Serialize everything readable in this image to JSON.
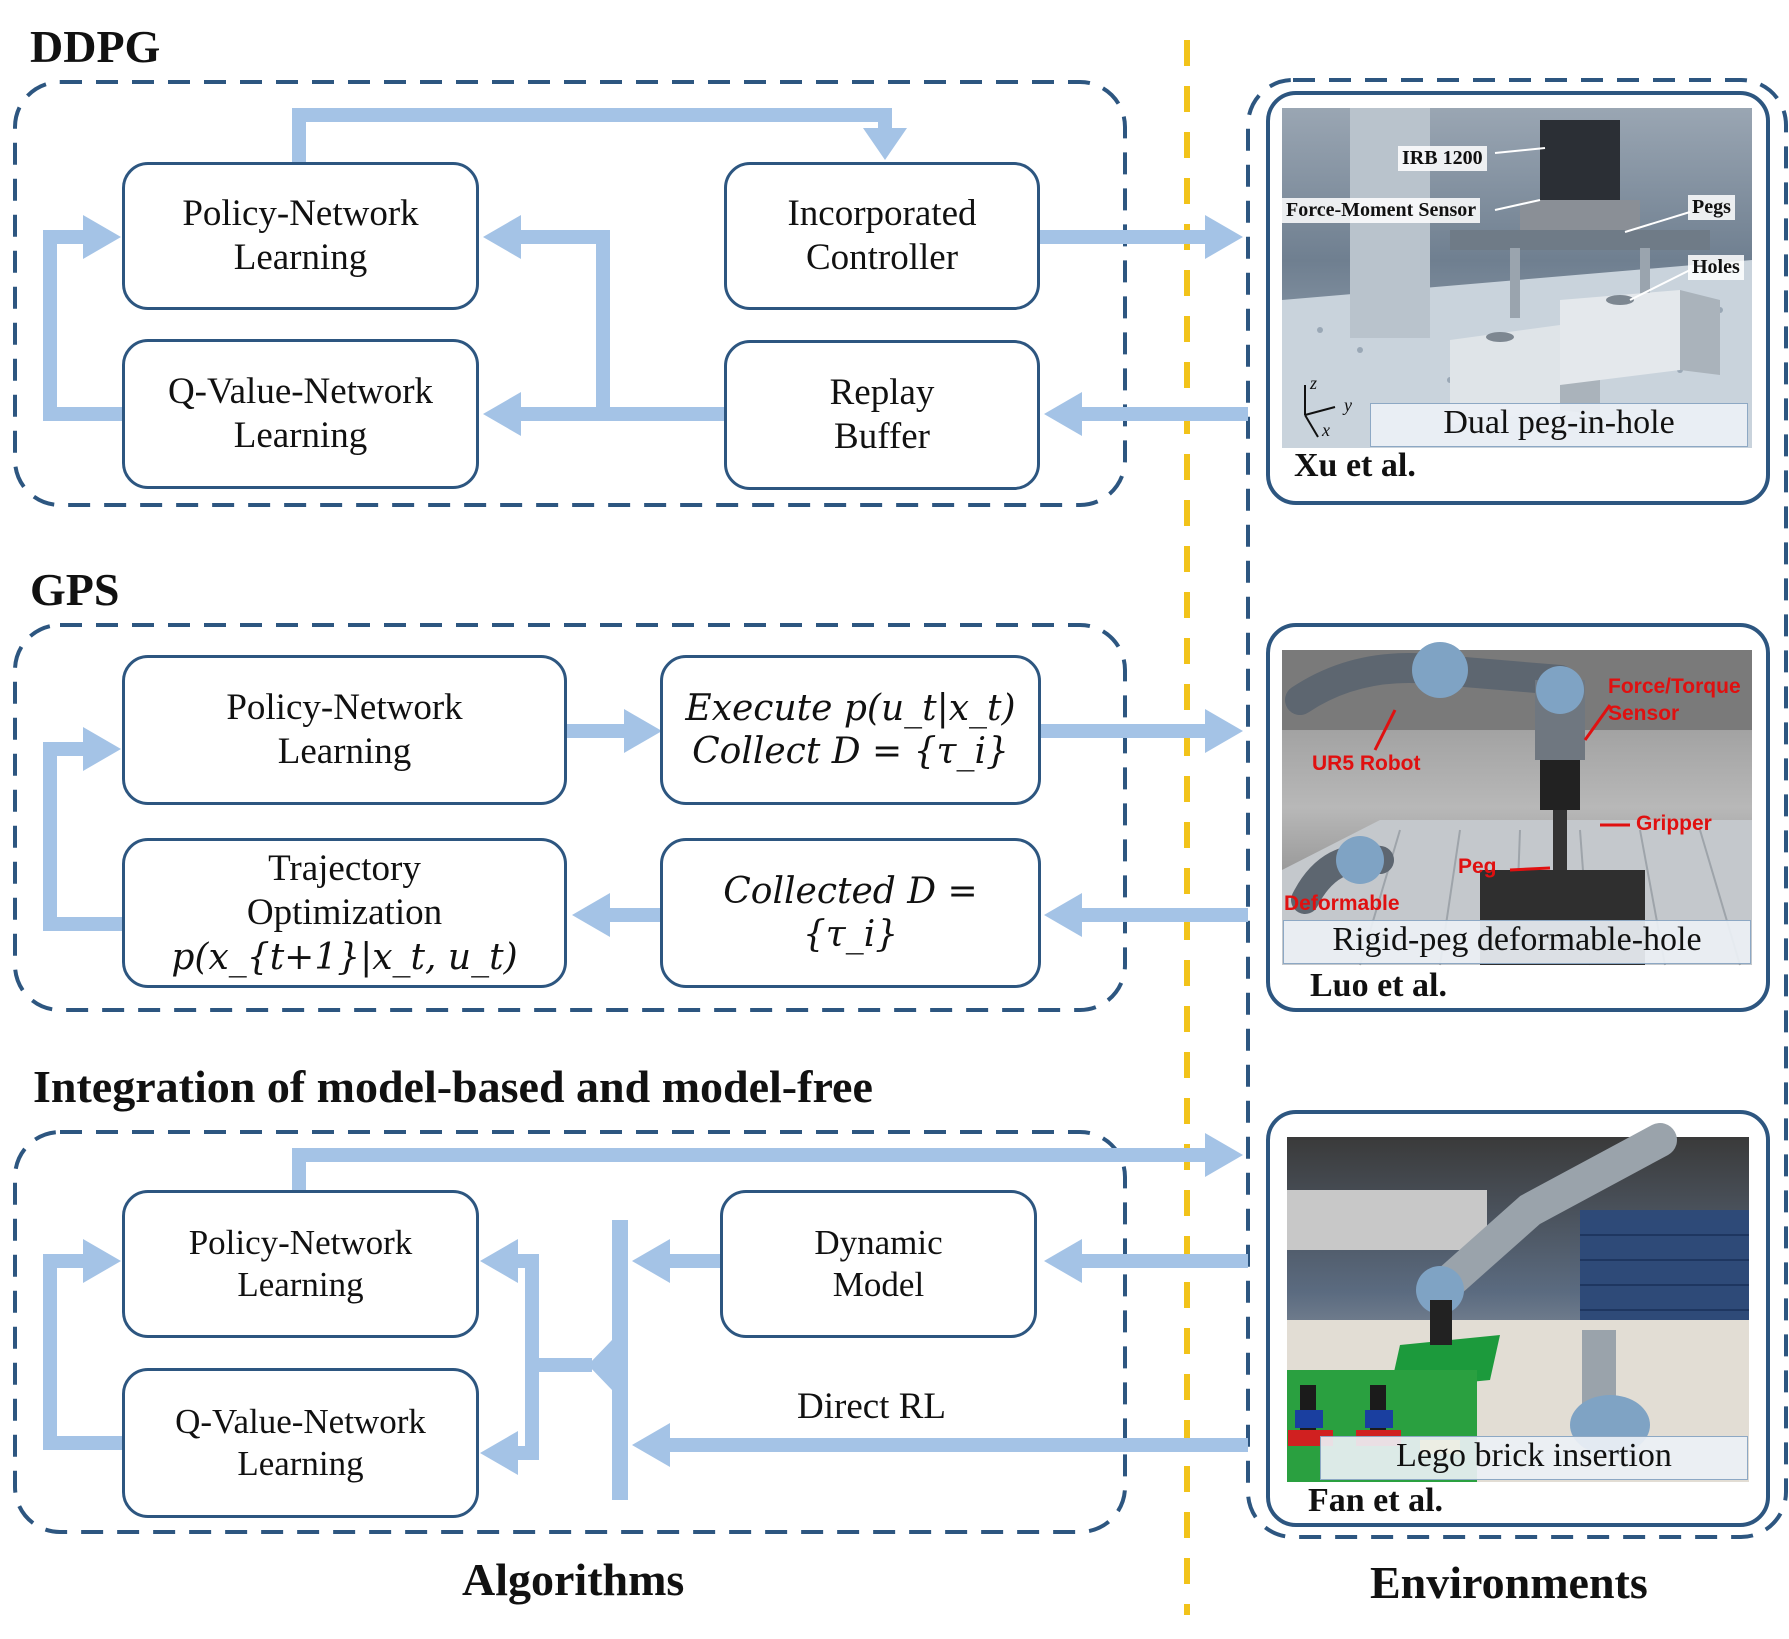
{
  "sections": {
    "ddpg": {
      "title": "DDPG",
      "policy_net": [
        "Policy-Network",
        "Learning"
      ],
      "controller": [
        "Incorporated",
        "Controller"
      ],
      "q_net": [
        "Q-Value-Network",
        "Learning"
      ],
      "buffer": [
        "Replay",
        "Buffer"
      ]
    },
    "gps": {
      "title": "GPS",
      "policy_net": [
        "Policy-Network",
        "Learning"
      ],
      "execute": [
        "Execute  p(u_t|x_t)",
        "Collect  D = {τ_i}"
      ],
      "traj_opt": [
        "Trajectory",
        "Optimization",
        "p(x_{t+1}|x_t, u_t)"
      ],
      "collected": [
        "Collected  D =",
        "{τ_i}"
      ]
    },
    "integration": {
      "title": "Integration of model-based and model-free",
      "policy_net": [
        "Policy-Network",
        "Learning"
      ],
      "q_net": [
        "Q-Value-Network",
        "Learning"
      ],
      "dynamic_model": [
        "Dynamic",
        "Model"
      ],
      "direct_rl": "Direct RL"
    }
  },
  "environments": {
    "xu": {
      "caption": "Dual peg-in-hole",
      "author": "Xu et al.",
      "labels": {
        "robot": "IRB 1200",
        "sensor": "Force-Moment Sensor",
        "pegs": "Pegs",
        "holes": "Holes"
      },
      "axes": {
        "z": "z",
        "y": "y",
        "x": "x"
      }
    },
    "luo": {
      "caption": "Rigid-peg deformable-hole",
      "author": "Luo et al.",
      "labels": {
        "sensor_1": "Force/Torque",
        "sensor_2": "Sensor",
        "robot": "UR5 Robot",
        "gripper": "Gripper",
        "peg": "Peg",
        "deformable": "Deformable"
      }
    },
    "fan": {
      "caption": "Lego brick insertion",
      "author": "Fan et al."
    }
  },
  "footer": {
    "left": "Algorithms",
    "right": "Environments"
  },
  "colors": {
    "arrow": "#a4c3e6",
    "box_border": "#2d5680",
    "divider": "#f2c31a"
  }
}
